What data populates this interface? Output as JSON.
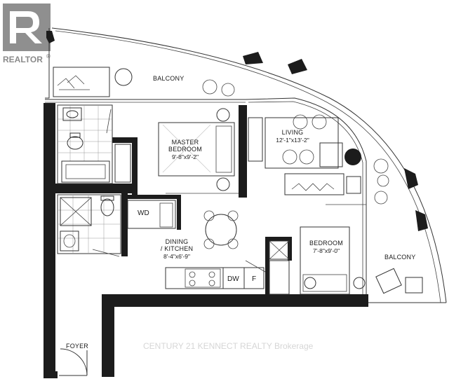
{
  "logo": {
    "text": "REALTOR",
    "mark": "®"
  },
  "rooms": {
    "balcony_top": "BALCONY",
    "master_bedroom": [
      "MASTER",
      "BEDROOM",
      "9'-8\"x9'-2\""
    ],
    "living": [
      "LIVING",
      "12'-1\"x13'-2\""
    ],
    "wd": "WD",
    "dining_kitchen": [
      "DINING",
      "/ KITCHEN",
      "8'-4\"x6'-9\""
    ],
    "bedroom": [
      "BEDROOM",
      "7'-8\"x9'-0\""
    ],
    "balcony_right": "BALCONY",
    "foyer": "FOYER",
    "dw": "DW",
    "fridge": "F"
  },
  "watermark": "CENTURY 21 KENNECT REALTY Brokerage",
  "colors": {
    "wall": "#1c1c1c",
    "line": "#333333",
    "logo": "#8a8a8a",
    "watermark": "#d6d6d6"
  }
}
